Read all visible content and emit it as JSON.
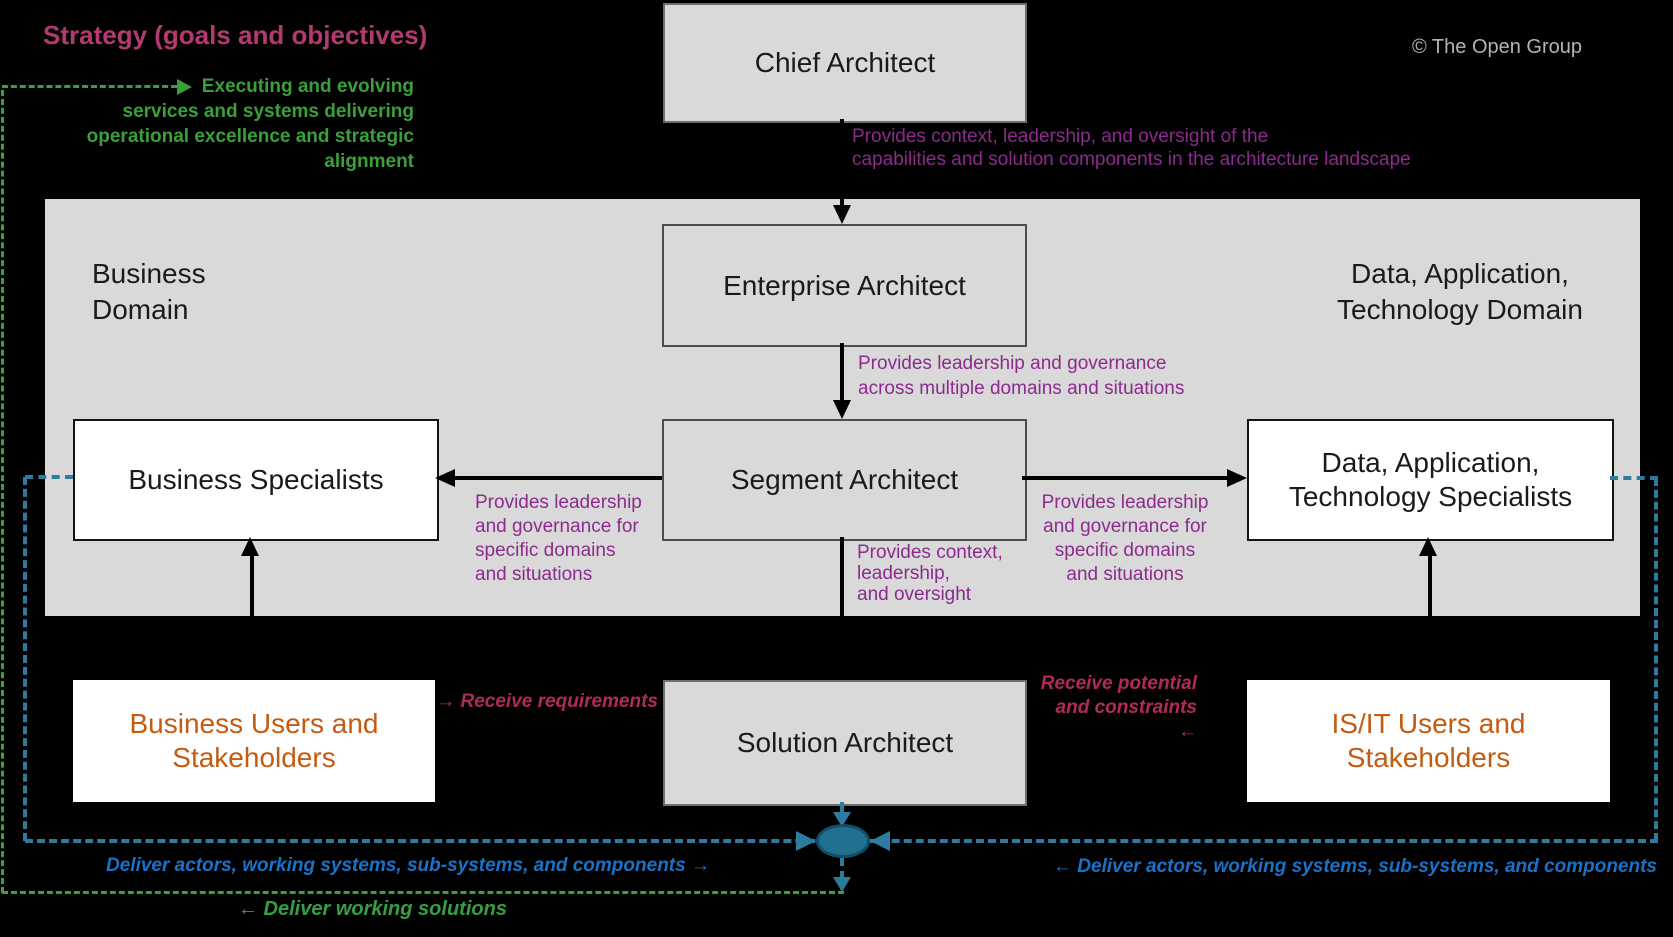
{
  "header": {
    "strategy_label": "Strategy (goals and objectives)",
    "copyright": "© The Open Group"
  },
  "strategy_note": {
    "lines": [
      "Executing and evolving",
      "services and systems delivering",
      "operational excellence and strategic",
      "alignment"
    ]
  },
  "domains": {
    "left": {
      "line1": "Business",
      "line2": "Domain"
    },
    "right": {
      "line1": "Data, Application,",
      "line2": "Technology Domain"
    }
  },
  "boxes": {
    "chief": "Chief Architect",
    "enterprise": "Enterprise Architect",
    "segment": "Segment Architect",
    "solution": "Solution Architect",
    "business_specialists": "Business Specialists",
    "dat_specialists": {
      "line1": "Data, Application,",
      "line2": "Technology Specialists"
    },
    "business_users": {
      "line1": "Business Users and",
      "line2": "Stakeholders"
    },
    "isit_users": {
      "line1": "IS/IT Users and",
      "line2": "Stakeholders"
    }
  },
  "annotations": {
    "chief": {
      "line1": "Provides context, leadership, and oversight of the",
      "line2": "capabilities and solution components in the architecture landscape"
    },
    "enterprise": {
      "line1": "Provides leadership and governance",
      "line2": "across multiple domains and situations"
    },
    "segment_left": {
      "lines": [
        "Provides leadership",
        "and governance for",
        "specific domains",
        "and situations"
      ]
    },
    "segment_right": {
      "lines": [
        "Provides leadership",
        "and governance for",
        "specific domains",
        "and situations"
      ]
    },
    "segment_down": {
      "lines": [
        "Provides context,",
        "leadership,",
        "and oversight"
      ]
    }
  },
  "flows": {
    "receive_requirements": "→ Receive requirements",
    "receive_potential_line1": "Receive potential",
    "receive_potential_line2": "and constraints ←",
    "deliver_left": "Deliver actors, working systems, sub-systems, and components →",
    "deliver_right": "← Deliver actors, working systems, sub-systems, and components",
    "deliver_solutions": "←  Deliver working solutions"
  },
  "colors": {
    "background": "#000000",
    "domain_band": "#d9d9d9",
    "role_box_fill": "#d9d9d9",
    "specialist_box_fill": "#ffffff",
    "strategy_magenta": "#b23a70",
    "annotation_purple": "#8c2b8d",
    "flow_crimson": "#b12a5c",
    "deliver_blue_text": "#1a72c8",
    "dashed_blue": "#2e7ba0",
    "green": "#3aa03a",
    "users_orange": "#c55a11",
    "ellipse_fill": "#20708f",
    "copyright_gray": "#b3b3b3"
  }
}
